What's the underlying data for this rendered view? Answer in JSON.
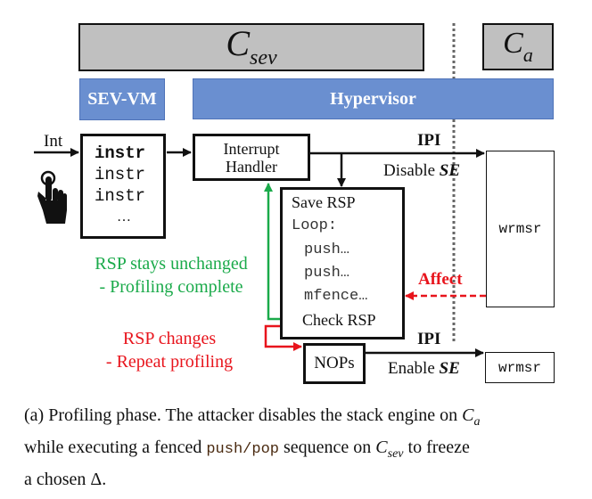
{
  "cores": {
    "sev": {
      "label": "C",
      "sub": "sev"
    },
    "attacker": {
      "label": "C",
      "sub": "a"
    }
  },
  "modes": {
    "sev_vm": "SEV-VM",
    "hypervisor": "Hypervisor"
  },
  "int_label": "Int",
  "instr_block": {
    "lines": [
      "instr",
      "instr",
      "instr",
      "…"
    ]
  },
  "handler": {
    "line1": "Interrupt",
    "line2": "Handler"
  },
  "profiling_block": {
    "save": "Save RSP",
    "loop": "Loop:",
    "push1": "push…",
    "push2": "push…",
    "mfence": "mfence…",
    "check": "Check RSP"
  },
  "nops": "NOPs",
  "ipi_top": "IPI",
  "ipi_bottom": "IPI",
  "disable_se": {
    "text": "Disable ",
    "em": "SE"
  },
  "enable_se": {
    "text": "Enable ",
    "em": "SE"
  },
  "wrmsr_top": "wrmsr",
  "wrmsr_bottom": "wrmsr",
  "affect": "Affect",
  "green_note": {
    "line1": "RSP stays unchanged",
    "line2": "- Profiling complete"
  },
  "red_note": {
    "line1": "RSP changes",
    "line2": "- Repeat profiling"
  },
  "colors": {
    "green": "#1aaa4a",
    "red": "#e8141c",
    "blue": "#6a8fd0",
    "gray": "#c0c0c0"
  },
  "caption": {
    "part1": "(a) Profiling phase. The attacker disables the stack engine on ",
    "ca_main": "C",
    "ca_sub": "a",
    "part2": "while executing a fenced ",
    "code": "push/pop",
    "part3": " sequence on ",
    "csev_main": "C",
    "csev_sub": "sev",
    "part4": " to freeze",
    "part5": "a chosen Δ."
  }
}
